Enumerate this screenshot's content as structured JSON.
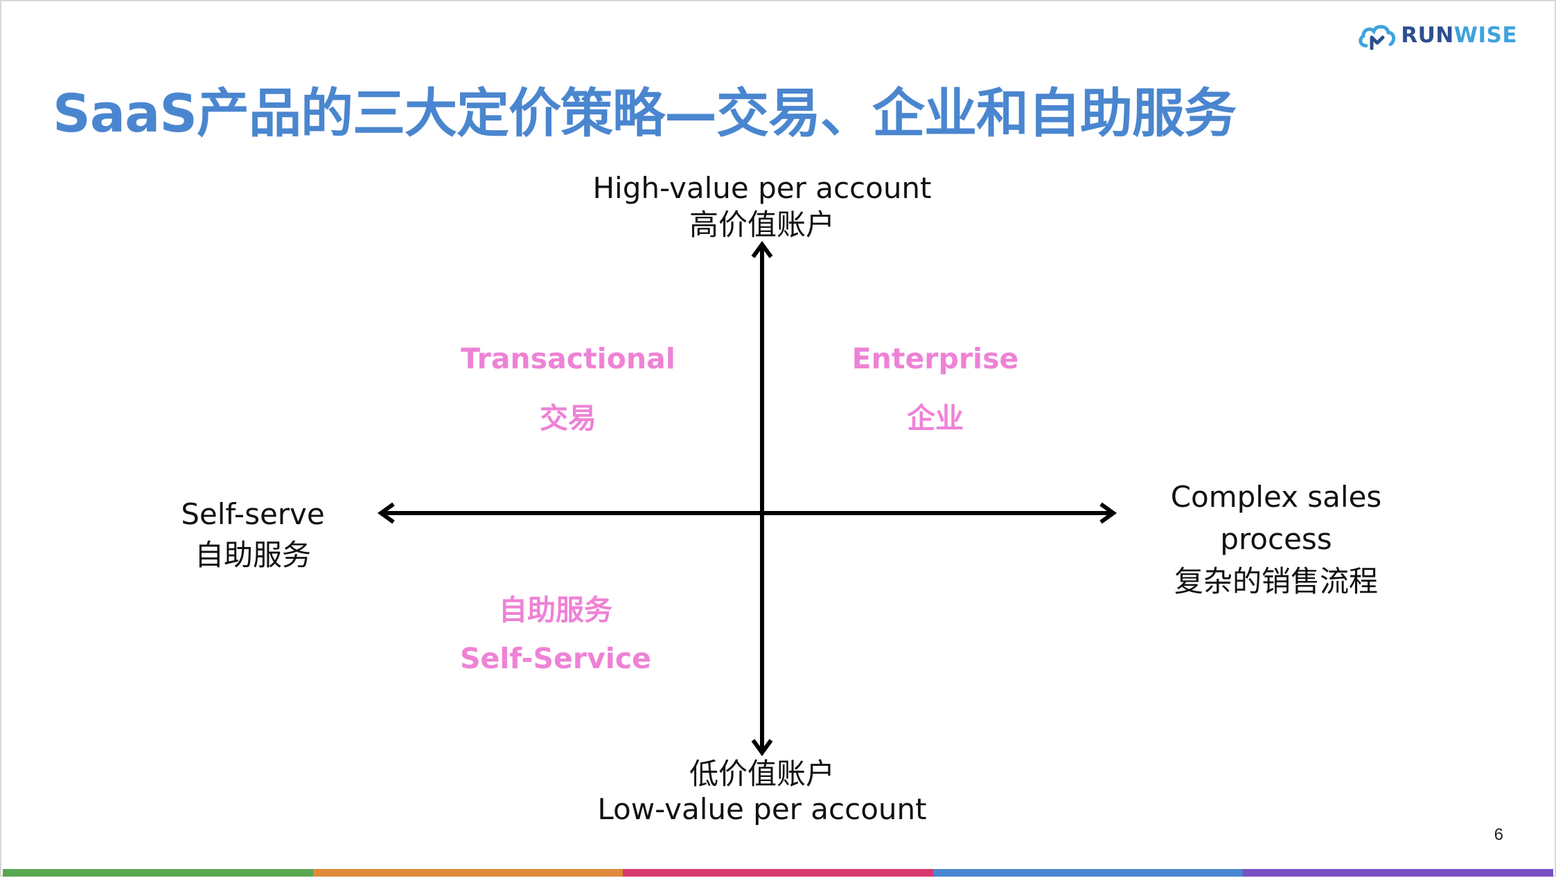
{
  "slide": {
    "title": "SaaS产品的三大定价策略—交易、企业和自助服务",
    "page_number": "6"
  },
  "logo": {
    "text_left": "RUN",
    "text_right": "WISE",
    "icon": "cloud-icon"
  },
  "axes": {
    "top": {
      "en": "High-value per account",
      "zh": "高价值账户"
    },
    "bottom": {
      "zh": "低价值账户",
      "en": "Low-value per account"
    },
    "left": {
      "en": "Self-serve",
      "zh": "自助服务"
    },
    "right": {
      "en_line1": "Complex sales",
      "en_line2": "process",
      "zh": "复杂的销售流程"
    }
  },
  "quadrants": {
    "top_left": {
      "en": "Transactional",
      "zh": "交易"
    },
    "top_right": {
      "en": "Enterprise",
      "zh": "企业"
    },
    "bottom_left": {
      "zh": "自助服务",
      "en": "Self-Service"
    }
  },
  "colors": {
    "title": "#4a86cf",
    "quadrant_text": "#ee82d6",
    "axis": "#000000",
    "bottom_bar": [
      "#5aa853",
      "#e08a3c",
      "#d8396e",
      "#4a86cf",
      "#7b4fc4"
    ]
  }
}
